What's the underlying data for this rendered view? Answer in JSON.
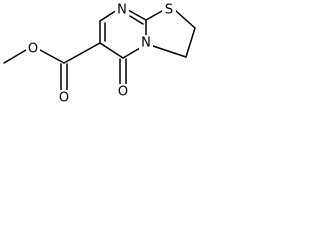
{
  "molecule": {
    "atoms": {
      "sulfur": "S",
      "ring_nitrogen_top": "N",
      "ring_nitrogen_bridge": "N",
      "ketone_oxygen": "O",
      "ester_carbonyl_oxygen": "O",
      "ester_ether_oxygen": "O"
    }
  }
}
